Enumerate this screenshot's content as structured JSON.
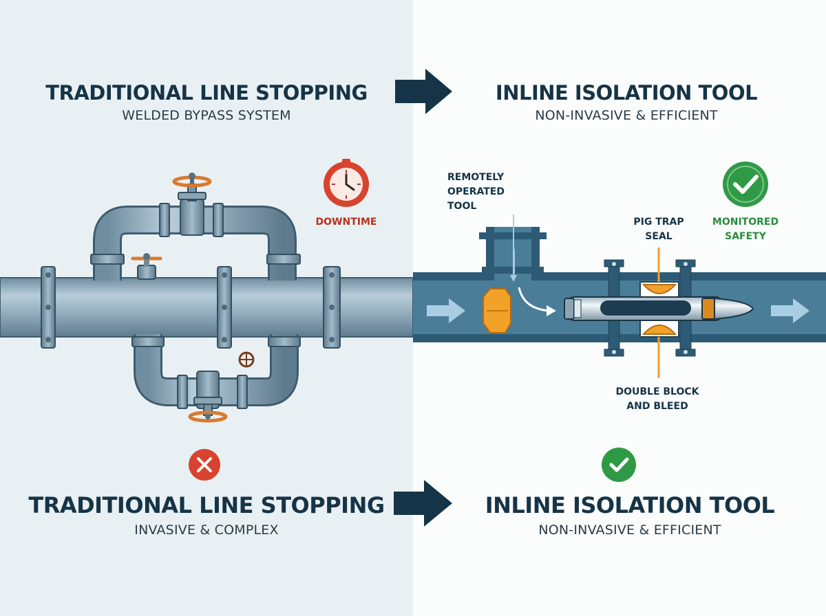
{
  "top": {
    "left_title": "TRADITIONAL LINE STOPPING",
    "left_subtitle": "WELDED BYPASS SYSTEM",
    "right_title": "INLINE ISOLATION TOOL",
    "right_subtitle": "NON-INVASIVE & EFFICIENT"
  },
  "bottom": {
    "left_title": "TRADITIONAL LINE STOPPING",
    "left_subtitle": "INVASIVE & COMPLEX",
    "right_title": "INLINE ISOLATION TOOL",
    "right_subtitle": "NON-INVASIVE & EFFICIENT"
  },
  "callouts": {
    "downtime": "DOWNTIME",
    "remote_tool": "REMOTELY\nOPERATED\nTOOL",
    "pig_trap_seal": "PIG TRAP\nSEAL",
    "monitored_safety": "MONITORED\nSAFETY",
    "double_block": "DOUBLE BLOCK\nAND BLEED"
  },
  "icons": {
    "clock": "clock-icon",
    "check": "check-icon",
    "cross": "cross-icon",
    "arrow": "arrow-right-icon"
  },
  "colors": {
    "navy": "#163447",
    "red": "#d8432f",
    "green": "#2f9a45",
    "orange": "#f2a129",
    "pipe_steel": "#8fa9ba",
    "pipe_blue": "#3d6d89"
  }
}
